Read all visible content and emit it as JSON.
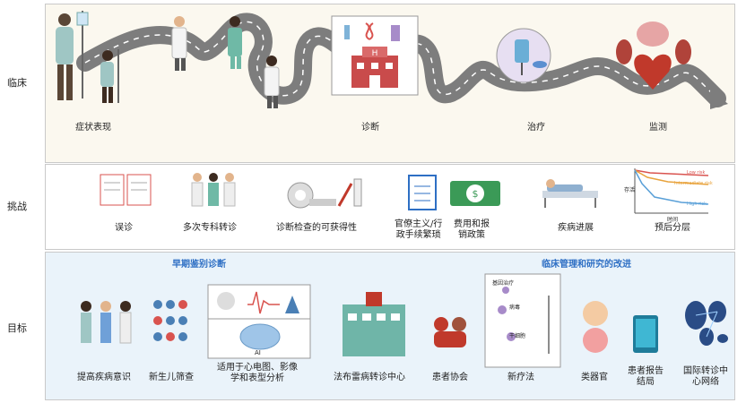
{
  "rows": {
    "clinical": "临床",
    "challenge": "挑战",
    "goal": "目标"
  },
  "clinical_steps": {
    "symptoms": "症状表现",
    "diagnosis": "诊断",
    "treatment": "治疗",
    "monitoring": "监测"
  },
  "challenges": {
    "misdiagnosis": "误诊",
    "referrals": "多次专科转诊",
    "test_access": "诊断检查的可获得性",
    "bureaucracy": "官僚主义/行\n政手续繁琐",
    "reimbursement": "费用和报\n销政策",
    "progression": "疾病进展",
    "prognosis": "预后分层"
  },
  "survival_chart": {
    "ylabel": "存活",
    "xlabel": "时间",
    "low_risk": "Low risk",
    "intermediate_risk": "Intermediate risk",
    "high_risk": "High risk"
  },
  "goal_sections": {
    "early": "早期鉴别诊断",
    "improve": "临床管理和研究的改进"
  },
  "goals": {
    "awareness": "提高疾病意识",
    "newborn": "新生儿筛查",
    "ai": "适用于心电图、影像\n学和表型分析",
    "centers": "法布雷病转诊中心",
    "associations": "患者协会",
    "therapy": "新疗法",
    "organoid": "类器官",
    "reporting": "患者报告\n结局",
    "network": "国际转诊中\n心网络"
  },
  "therapy_labels": {
    "gene": "基因治疗",
    "virus": "病毒",
    "stem": "干细胞"
  },
  "ai_icon_label": "AI",
  "colors": {
    "road": "#8f8f8f",
    "accent_blue": "#2e6fc4",
    "low": "#d9534f",
    "mid": "#e8a33d",
    "high": "#5aa0d8"
  }
}
